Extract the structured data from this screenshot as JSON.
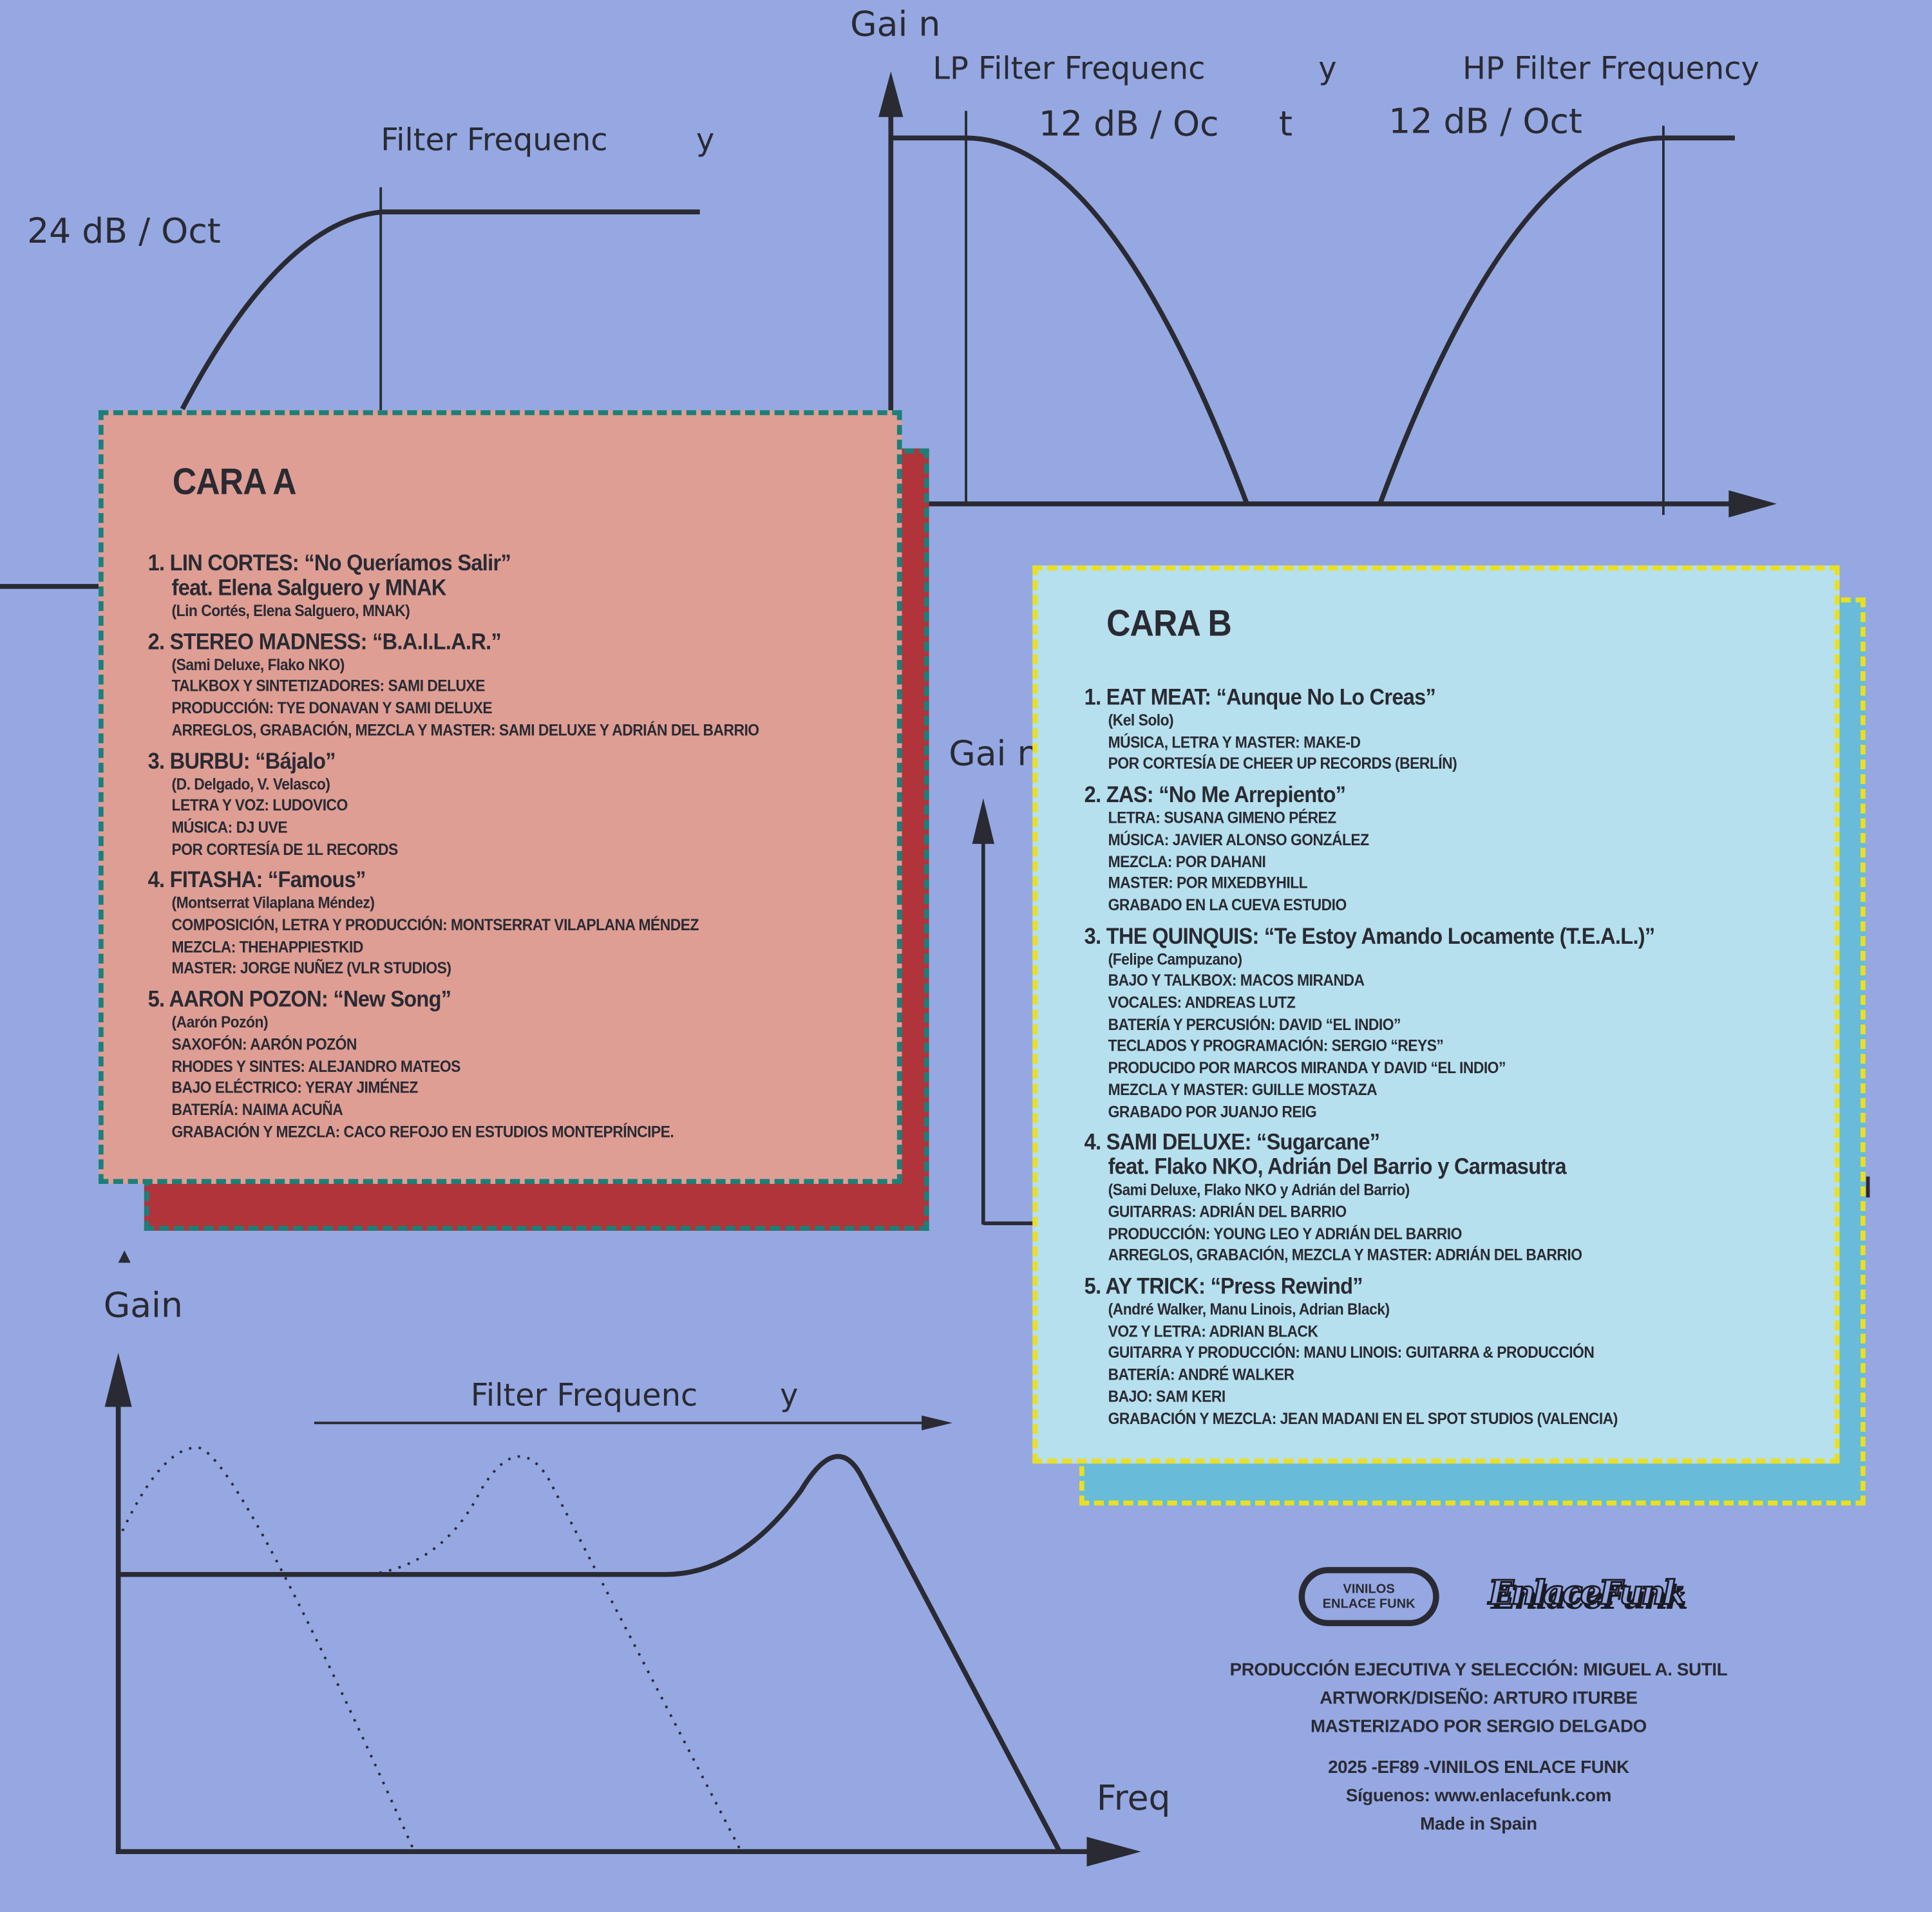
{
  "graphs": {
    "top_left": {
      "label_freq": "Filter Frequenc",
      "label_freq_y": "y",
      "slope": "24 dB / Oct"
    },
    "top_right": {
      "gain": "Gai  n",
      "lp_label": "LP Filter Frequenc",
      "lp_label_y": "y",
      "hp_label": "HP Filter Frequency",
      "lp_slope": "12 dB / Oc",
      "lp_slope_t": "t",
      "hp_slope": "12 dB / Oct"
    },
    "middle": {
      "gain": "Gai  n"
    },
    "bottom": {
      "gain": "Gain",
      "label_freq": "Filter Frequenc",
      "label_freq_y": "y",
      "freq": "Freq"
    }
  },
  "side_a": {
    "title": "CARA A",
    "tracks": [
      {
        "heading": [
          "1. LIN CORTES: “No Queríamos Salir”",
          "feat. Elena Salguero y MNAK"
        ],
        "lines": [
          "(Lin Cortés, Elena Salguero, MNAK)"
        ]
      },
      {
        "heading": [
          "2. STEREO MADNESS: “B.A.I.L.A.R.”"
        ],
        "lines": [
          "(Sami Deluxe, Flako NKO)",
          "TALKBOX Y SINTETIZADORES: SAMI DELUXE",
          "PRODUCCIÓN: TYE DONAVAN Y SAMI DELUXE",
          "ARREGLOS, GRABACIÓN, MEZCLA Y MASTER: SAMI DELUXE Y ADRIÁN DEL BARRIO"
        ]
      },
      {
        "heading": [
          "3. BURBU: “Bájalo”"
        ],
        "lines": [
          "(D. Delgado, V. Velasco)",
          "LETRA Y VOZ: LUDOVICO",
          "MÚSICA: DJ UVE",
          "POR CORTESÍA DE 1L RECORDS"
        ]
      },
      {
        "heading": [
          "4. FITASHA: “Famous”"
        ],
        "lines": [
          "(Montserrat Vilaplana Méndez)",
          "COMPOSICIÓN, LETRA Y PRODUCCIÓN: MONTSERRAT VILAPLANA MÉNDEZ",
          "MEZCLA: THEHAPPIESTKID",
          "MASTER: JORGE NUÑEZ (VLR STUDIOS)"
        ]
      },
      {
        "heading": [
          "5. AARON POZON: “New Song”"
        ],
        "lines": [
          "(Aarón Pozón)",
          "SAXOFÓN: AARÓN POZÓN",
          "RHODES Y SINTES: ALEJANDRO MATEOS",
          "BAJO ELÉCTRICO: YERAY JIMÉNEZ",
          "BATERÍA: NAIMA ACUÑA",
          "GRABACIÓN Y MEZCLA: CACO REFOJO EN ESTUDIOS MONTEPRÍNCIPE."
        ]
      }
    ]
  },
  "side_b": {
    "title": "CARA B",
    "tracks": [
      {
        "heading": [
          "1. EAT MEAT: “Aunque No Lo Creas”"
        ],
        "lines": [
          "(Kel Solo)",
          "MÚSICA, LETRA Y MASTER: MAKE-D",
          "POR CORTESÍA DE CHEER UP RECORDS (BERLÍN)"
        ]
      },
      {
        "heading": [
          "2. ZAS: “No Me Arrepiento”"
        ],
        "lines": [
          "LETRA: SUSANA GIMENO PÉREZ",
          "MÚSICA: JAVIER ALONSO GONZÁLEZ",
          "MEZCLA: POR DAHANI",
          "MASTER: POR MIXEDBYHILL",
          "GRABADO EN LA CUEVA ESTUDIO"
        ]
      },
      {
        "heading": [
          "3. THE QUINQUIS: “Te Estoy Amando Locamente (T.E.A.L.)”"
        ],
        "lines": [
          "(Felipe Campuzano)",
          "BAJO Y TALKBOX: MACOS MIRANDA",
          "VOCALES: ANDREAS LUTZ",
          "BATERÍA Y PERCUSIÓN: DAVID “EL INDIO”",
          "TECLADOS Y PROGRAMACIÓN: SERGIO “REYS”",
          "PRODUCIDO POR MARCOS MIRANDA Y DAVID “EL INDIO”",
          "MEZCLA Y MASTER: GUILLE MOSTAZA",
          "GRABADO POR JUANJO REIG"
        ]
      },
      {
        "heading": [
          "4. SAMI DELUXE: “Sugarcane”",
          "feat. Flako NKO, Adrián Del Barrio y Carmasutra"
        ],
        "lines": [
          "(Sami Deluxe, Flako NKO y Adrián del Barrio)",
          "GUITARRAS: ADRIÁN DEL BARRIO",
          "PRODUCCIÓN: YOUNG LEO Y ADRIÁN DEL BARRIO",
          "ARREGLOS, GRABACIÓN, MEZCLA Y MASTER: ADRIÁN DEL BARRIO"
        ]
      },
      {
        "heading": [
          "5. AY TRICK: “Press Rewind”"
        ],
        "lines": [
          "(André Walker, Manu Linois, Adrian Black)",
          "VOZ Y LETRA: ADRIAN BLACK",
          "GUITARRA Y PRODUCCIÓN: MANU LINOIS: GUITARRA & PRODUCCIÓN",
          "BATERÍA: ANDRÉ WALKER",
          "BAJO: SAM KERI",
          "GRABACIÓN Y MEZCLA: JEAN MADANI EN EL SPOT STUDIOS (VALENCIA)"
        ]
      }
    ]
  },
  "logos": {
    "vinilos": [
      "VINILOS",
      "ENLACE FUNK"
    ],
    "enlace_funk": "EnlaceFunk"
  },
  "credits": {
    "block1": [
      "PRODUCCIÓN EJECUTIVA Y SELECCIÓN: MIGUEL A. SUTIL",
      "ARTWORK/DISEÑO:  ARTURO ITURBE",
      "MASTERIZADO POR SERGIO DELGADO"
    ],
    "block2": [
      "2025 -EF89 -VINILOS ENLACE FUNK",
      "Síguenos: www.enlacefunk.com",
      "Made in Spain"
    ]
  },
  "colors": {
    "background": "#95a8e2",
    "side_a": "#de9e94",
    "side_a_shadow": "#b1343a",
    "side_a_border": "#1c7f78",
    "side_b": "#b6e0ee",
    "side_b_shadow": "#68bcd9",
    "side_b_border": "#eadf22",
    "ink": "#2a2a33"
  }
}
